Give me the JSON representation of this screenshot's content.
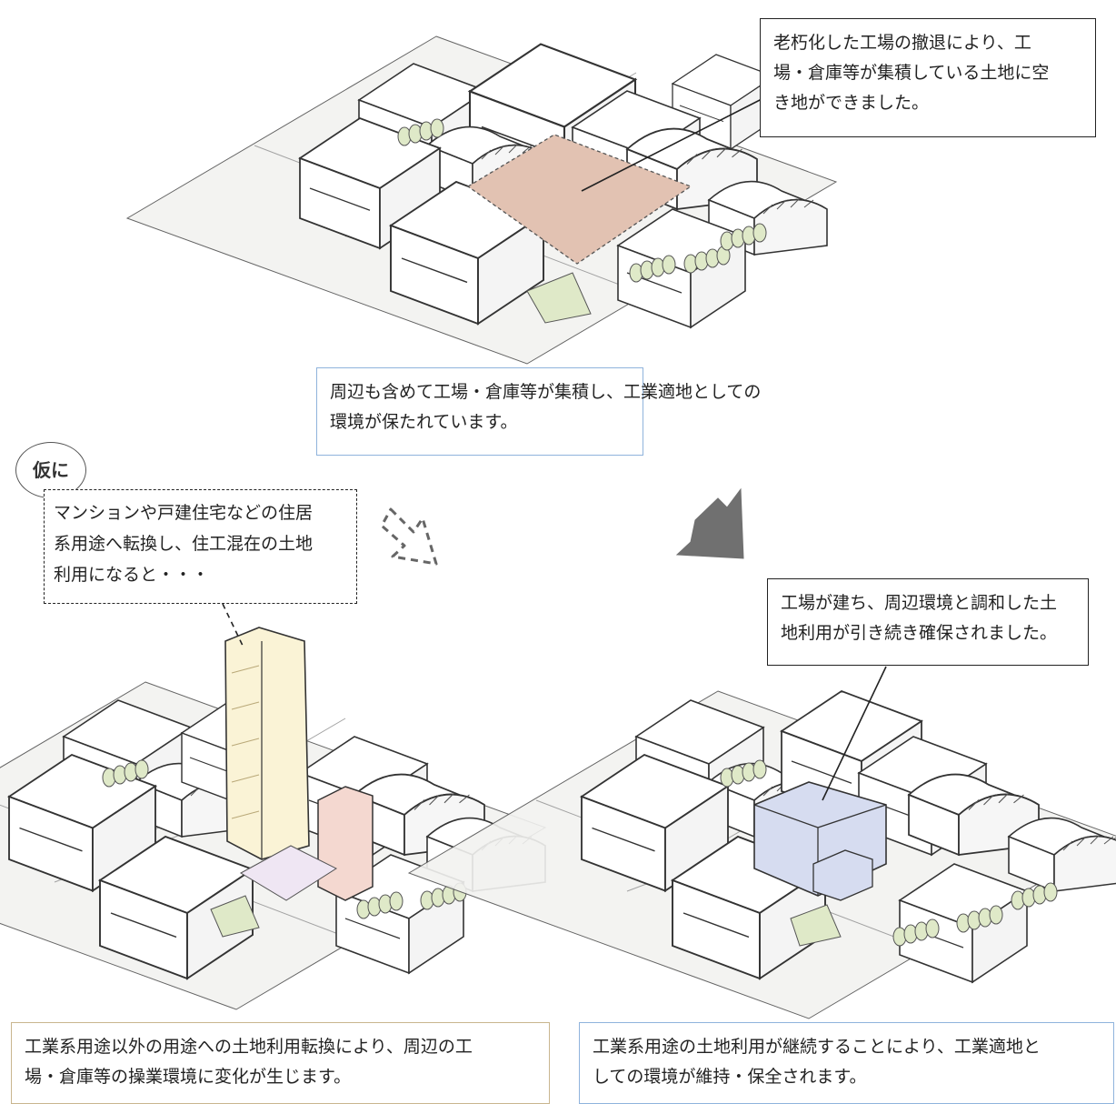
{
  "callout_top": {
    "lines": [
      "老朽化した工場の撤退により、工",
      "場・倉庫等が集積している土地に空",
      "き地ができました。"
    ]
  },
  "caption_top": {
    "lines": [
      "周辺も含めて工場・倉庫等が集積し、工業適地としての",
      "環境が保たれています。"
    ]
  },
  "badge": {
    "label": "仮に"
  },
  "callout_left": {
    "lines": [
      "マンションや戸建住宅などの住居",
      "系用途へ転換し、住工混在の土地",
      "利用になると・・・"
    ]
  },
  "callout_right": {
    "lines": [
      "工場が建ち、周辺環境と調和した土",
      "地利用が引き続き確保されました。"
    ]
  },
  "caption_left": {
    "lines": [
      "工業系用途以外の用途への土地利用転換により、周辺の工",
      "場・倉庫等の操業環境に変化が生じます。"
    ]
  },
  "caption_right": {
    "lines": [
      "工業系用途の土地利用が継続することにより、工業適地と",
      "しての環境が維持・保全されます。"
    ]
  },
  "colors": {
    "vacant_lot": "#e2c2b2",
    "tower": "#faf3d6",
    "condo": "#f4d8d0",
    "new_factory": "#d6dcf0",
    "greenery": "#dfe9c8",
    "arrow": "#707070"
  },
  "icons": [
    "dashed-arrow-icon",
    "solid-arrow-icon"
  ]
}
